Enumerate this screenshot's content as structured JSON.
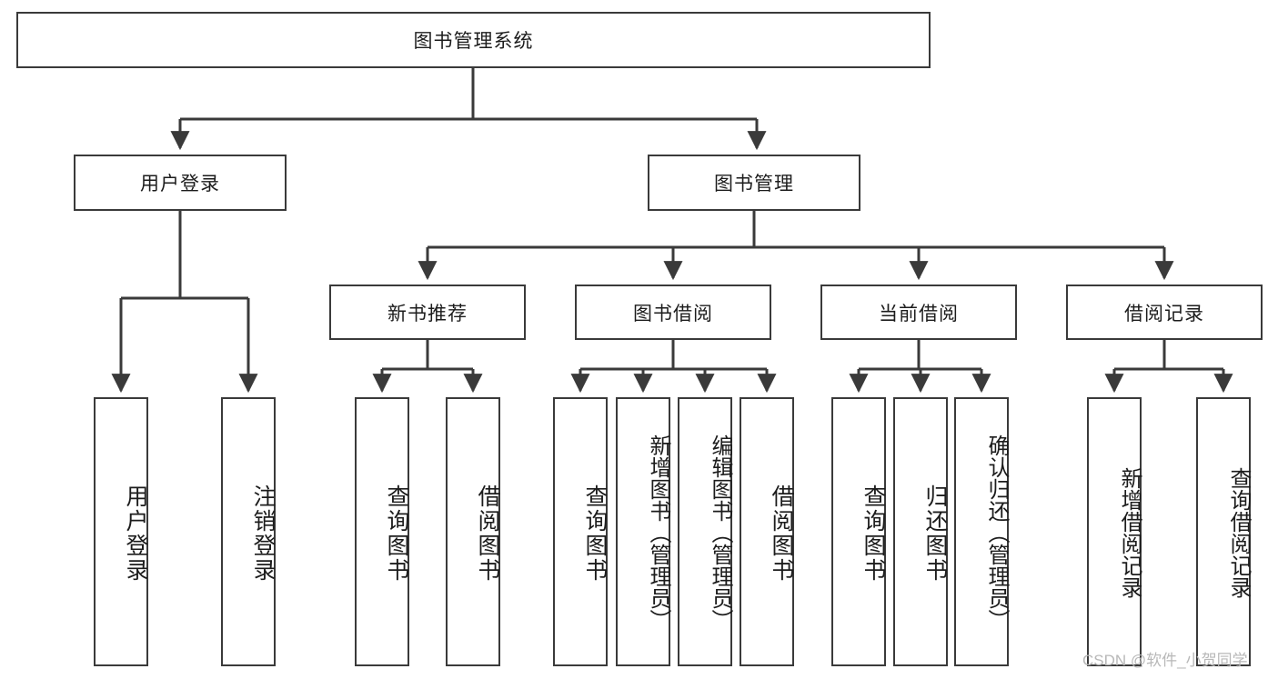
{
  "diagram": {
    "title": "图书管理系统",
    "root": {
      "id": "root",
      "label": "图书管理系统"
    },
    "level2": [
      {
        "id": "user-login",
        "label": "用户登录"
      },
      {
        "id": "book-management",
        "label": "图书管理"
      }
    ],
    "level3": [
      {
        "id": "new-book-recommend",
        "label": "新书推荐"
      },
      {
        "id": "book-borrow",
        "label": "图书借阅"
      },
      {
        "id": "current-borrow",
        "label": "当前借阅"
      },
      {
        "id": "borrow-record",
        "label": "借阅记录"
      }
    ],
    "leaves": {
      "user_login": [
        {
          "id": "leaf-user-login",
          "label": "用户登录"
        },
        {
          "id": "leaf-logout",
          "label": "注销登录"
        }
      ],
      "new_book_recommend": [
        {
          "id": "leaf-query-book-1",
          "label": "查询图书"
        },
        {
          "id": "leaf-borrow-book-1",
          "label": "借阅图书"
        }
      ],
      "book_borrow": [
        {
          "id": "leaf-query-book-2",
          "label": "查询图书"
        },
        {
          "id": "leaf-add-book",
          "label": "新增图书（管理员）"
        },
        {
          "id": "leaf-edit-book",
          "label": "编辑图书（管理员）"
        },
        {
          "id": "leaf-borrow-book-2",
          "label": "借阅图书"
        }
      ],
      "current_borrow": [
        {
          "id": "leaf-query-book-3",
          "label": "查询图书"
        },
        {
          "id": "leaf-return-book",
          "label": "归还图书"
        },
        {
          "id": "leaf-confirm-return",
          "label": "确认归还（管理员）"
        }
      ],
      "borrow_record": [
        {
          "id": "leaf-add-record",
          "label": "新增借阅记录"
        },
        {
          "id": "leaf-query-record",
          "label": "查询借阅记录"
        }
      ]
    },
    "watermark": "CSDN @软件_小贺同学",
    "colors": {
      "box_border": "#3a3a3a",
      "connector": "#3a3a3a",
      "text": "#1c1c1c",
      "background": "#ffffff",
      "watermark": "#b8b8b8"
    }
  }
}
